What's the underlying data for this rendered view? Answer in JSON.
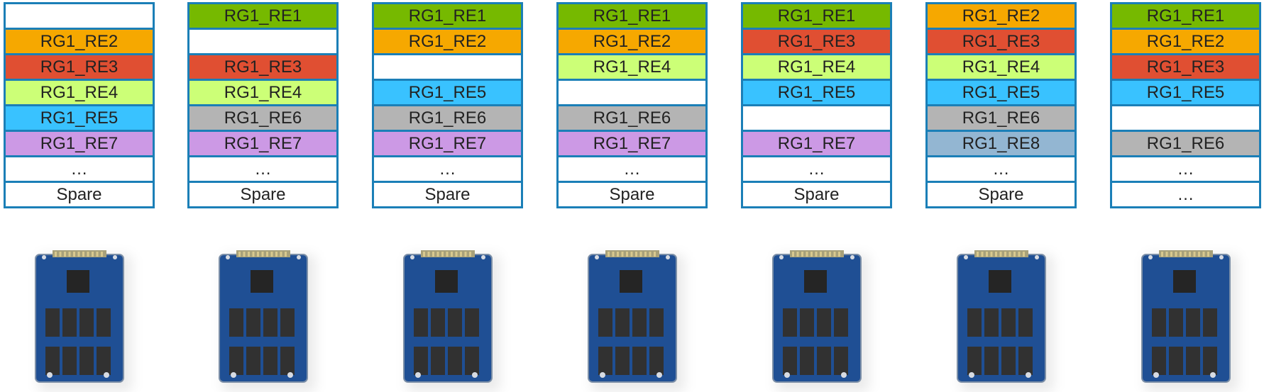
{
  "colors": {
    "border": "#1b7fb7",
    "empty": "#ffffff",
    "RG1_RE1": "#76b900",
    "RG1_RE2": "#f6a800",
    "RG1_RE3": "#e04f32",
    "RG1_RE4": "#ccff77",
    "RG1_RE5": "#39c2ff",
    "RG1_RE6": "#b4b4b4",
    "RG1_RE7": "#cc99e5",
    "RG1_RE8": "#93b6d2"
  },
  "drives": [
    {
      "cells": [
        "",
        "RG1_RE2",
        "RG1_RE3",
        "RG1_RE4",
        "RG1_RE5",
        "RG1_RE7",
        "…",
        "Spare"
      ]
    },
    {
      "cells": [
        "RG1_RE1",
        "",
        "RG1_RE3",
        "RG1_RE4",
        "RG1_RE6",
        "RG1_RE7",
        "…",
        "Spare"
      ]
    },
    {
      "cells": [
        "RG1_RE1",
        "RG1_RE2",
        "",
        "RG1_RE5",
        "RG1_RE6",
        "RG1_RE7",
        "…",
        "Spare"
      ]
    },
    {
      "cells": [
        "RG1_RE1",
        "RG1_RE2",
        "RG1_RE4",
        "",
        "RG1_RE6",
        "RG1_RE7",
        "…",
        "Spare"
      ]
    },
    {
      "cells": [
        "RG1_RE1",
        "RG1_RE3",
        "RG1_RE4",
        "RG1_RE5",
        "",
        "RG1_RE7",
        "…",
        "Spare"
      ]
    },
    {
      "cells": [
        "RG1_RE2",
        "RG1_RE3",
        "RG1_RE4",
        "RG1_RE5",
        "RG1_RE6",
        "RG1_RE8",
        "…",
        "Spare"
      ]
    },
    {
      "cells": [
        "RG1_RE1",
        "RG1_RE2",
        "RG1_RE3",
        "RG1_RE5",
        "",
        "RG1_RE6",
        "…",
        "…"
      ]
    }
  ],
  "icons": {
    "drive": "ssd-icon"
  }
}
